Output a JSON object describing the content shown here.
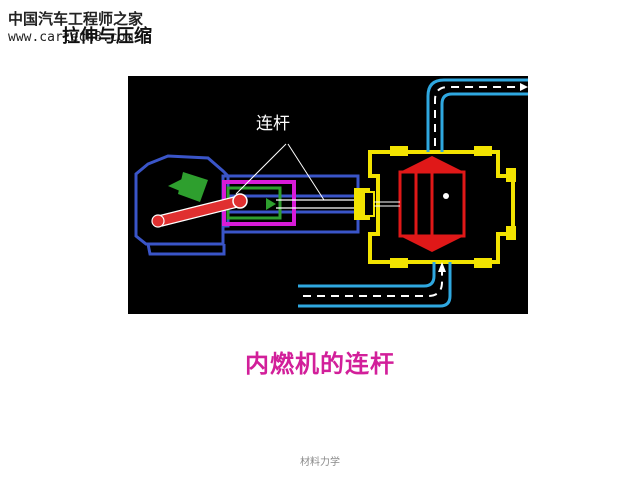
{
  "watermark": {
    "site_name": "中国汽车工程师之家",
    "url": "www.cartech8.com"
  },
  "slide": {
    "title": "拉伸与压缩",
    "caption": "内燃机的连杆",
    "footer": "材料力学"
  },
  "figure": {
    "rod_label": "连杆",
    "colors": {
      "background": "#000000",
      "engine_outline": "#3a55c8",
      "cylinder": "#d81bd8",
      "piston": "#2e9f2e",
      "crank": "#e03030",
      "rod": "#ffffff",
      "pump_body": "#f2e300",
      "pump_core": "#e01818",
      "pipes": "#2fa8e0",
      "flow_arrows": "#ffffff"
    }
  }
}
